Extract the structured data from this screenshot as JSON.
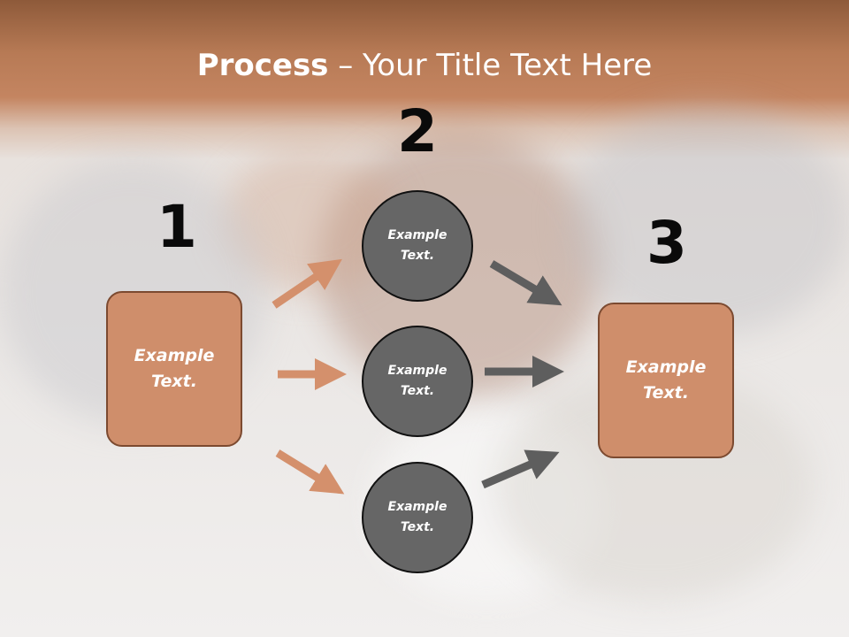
{
  "title": {
    "bold": "Process",
    "rest": " – Your Title Text Here"
  },
  "steps": [
    {
      "number": "1",
      "text_line1": "Example",
      "text_line2": "Text."
    },
    {
      "number": "2",
      "items": [
        {
          "text_line1": "Example",
          "text_line2": "Text."
        },
        {
          "text_line1": "Example",
          "text_line2": "Text."
        },
        {
          "text_line1": "Example",
          "text_line2": "Text."
        }
      ]
    },
    {
      "number": "3",
      "text_line1": "Example",
      "text_line2": "Text."
    }
  ],
  "colors": {
    "box_fill": "#cf8e6b",
    "box_border": "#7c4a30",
    "circle_fill": "#666666",
    "arrow_left": "#d4906c",
    "arrow_right": "#5e5e5e",
    "header_band": "#b77a55"
  }
}
